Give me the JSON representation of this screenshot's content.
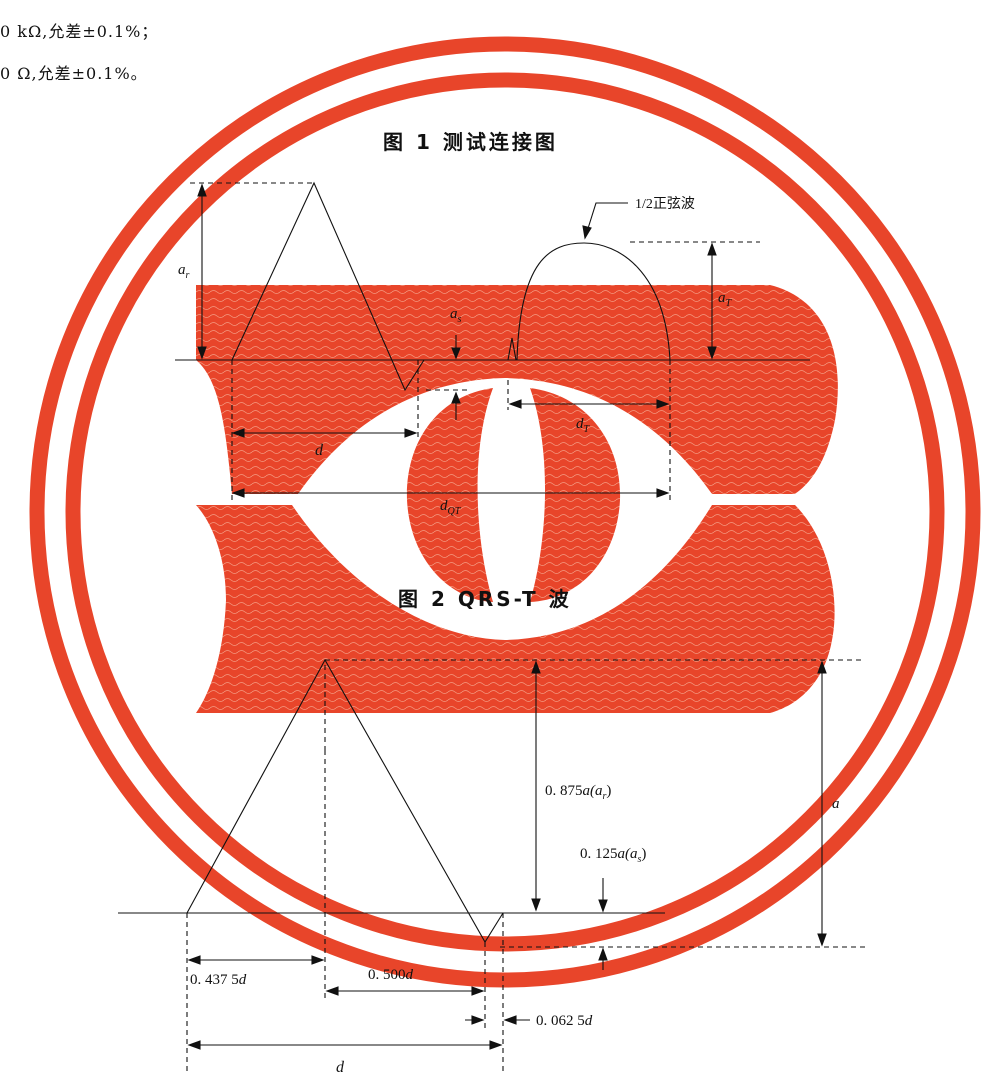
{
  "document": {
    "lines": [
      "0 kΩ,允差±0.1%；",
      "0 Ω,允差±0.1%。"
    ],
    "figure1_caption": "图 1   测试连接图",
    "figure2_caption": "图 2   QRS-T 波"
  },
  "figure2": {
    "labels": {
      "a_r": "a",
      "a_r_sub": "r",
      "a_s": "a",
      "a_s_sub": "s",
      "a_t": "a",
      "a_t_sub": "T",
      "half_sine": "1/2正弦波",
      "d": "d",
      "d_t": "d",
      "d_t_sub": "T",
      "d_qt": "d",
      "d_qt_sub": "QT"
    }
  },
  "figure3": {
    "labels": {
      "ratio_r": "0. 875",
      "ratio_r_var": "a(a",
      "ratio_r_sub": "r",
      "ratio_s": "0. 125",
      "ratio_s_var": "a(a",
      "ratio_s_sub": "s",
      "a": "a",
      "rise": "0. 437  5",
      "fall": "0. 500",
      "q": "0. 062  5",
      "d": "d",
      "close": ")"
    }
  },
  "colors": {
    "seal_red": "#e8452a",
    "line": "#111111"
  }
}
